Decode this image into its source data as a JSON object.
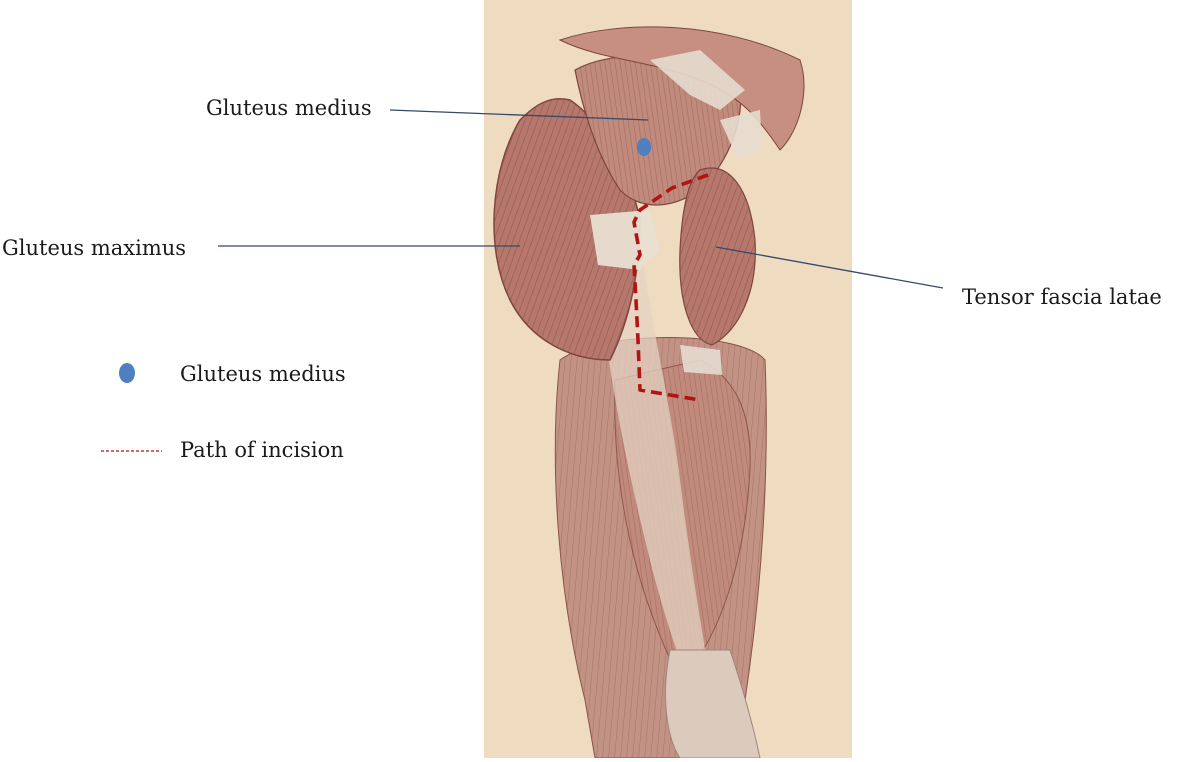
{
  "labels": {
    "gluteus_medius": "Gluteus medius",
    "gluteus_maximus": "Gluteus maximus",
    "tensor_fascia_latae": "Tensor fascia latae"
  },
  "legend": {
    "dot_label": "Gluteus medius",
    "dash_label": "Path of incision"
  },
  "colors": {
    "marker_dot": "#4f7fbf",
    "incision_path": "#b01515",
    "leader_line": "#34496b",
    "plate_background": "#efdcc0",
    "muscle": "#b8756a"
  }
}
